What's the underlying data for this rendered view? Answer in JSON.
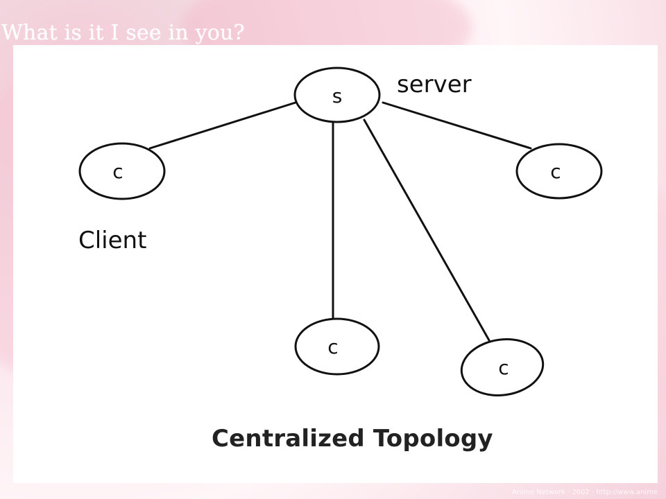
{
  "slide": {
    "title": "What is it I see in you?",
    "footer": "Anime Network · 2002 · http://www.anime"
  },
  "diagram": {
    "caption": "Centralized Topology",
    "labels": {
      "server": "server",
      "client": "Client"
    },
    "nodes": [
      {
        "id": "server",
        "text": "s"
      },
      {
        "id": "client-left",
        "text": "c"
      },
      {
        "id": "client-right",
        "text": "c"
      },
      {
        "id": "client-bottom-center",
        "text": "c"
      },
      {
        "id": "client-bottom-right",
        "text": "c"
      }
    ]
  }
}
